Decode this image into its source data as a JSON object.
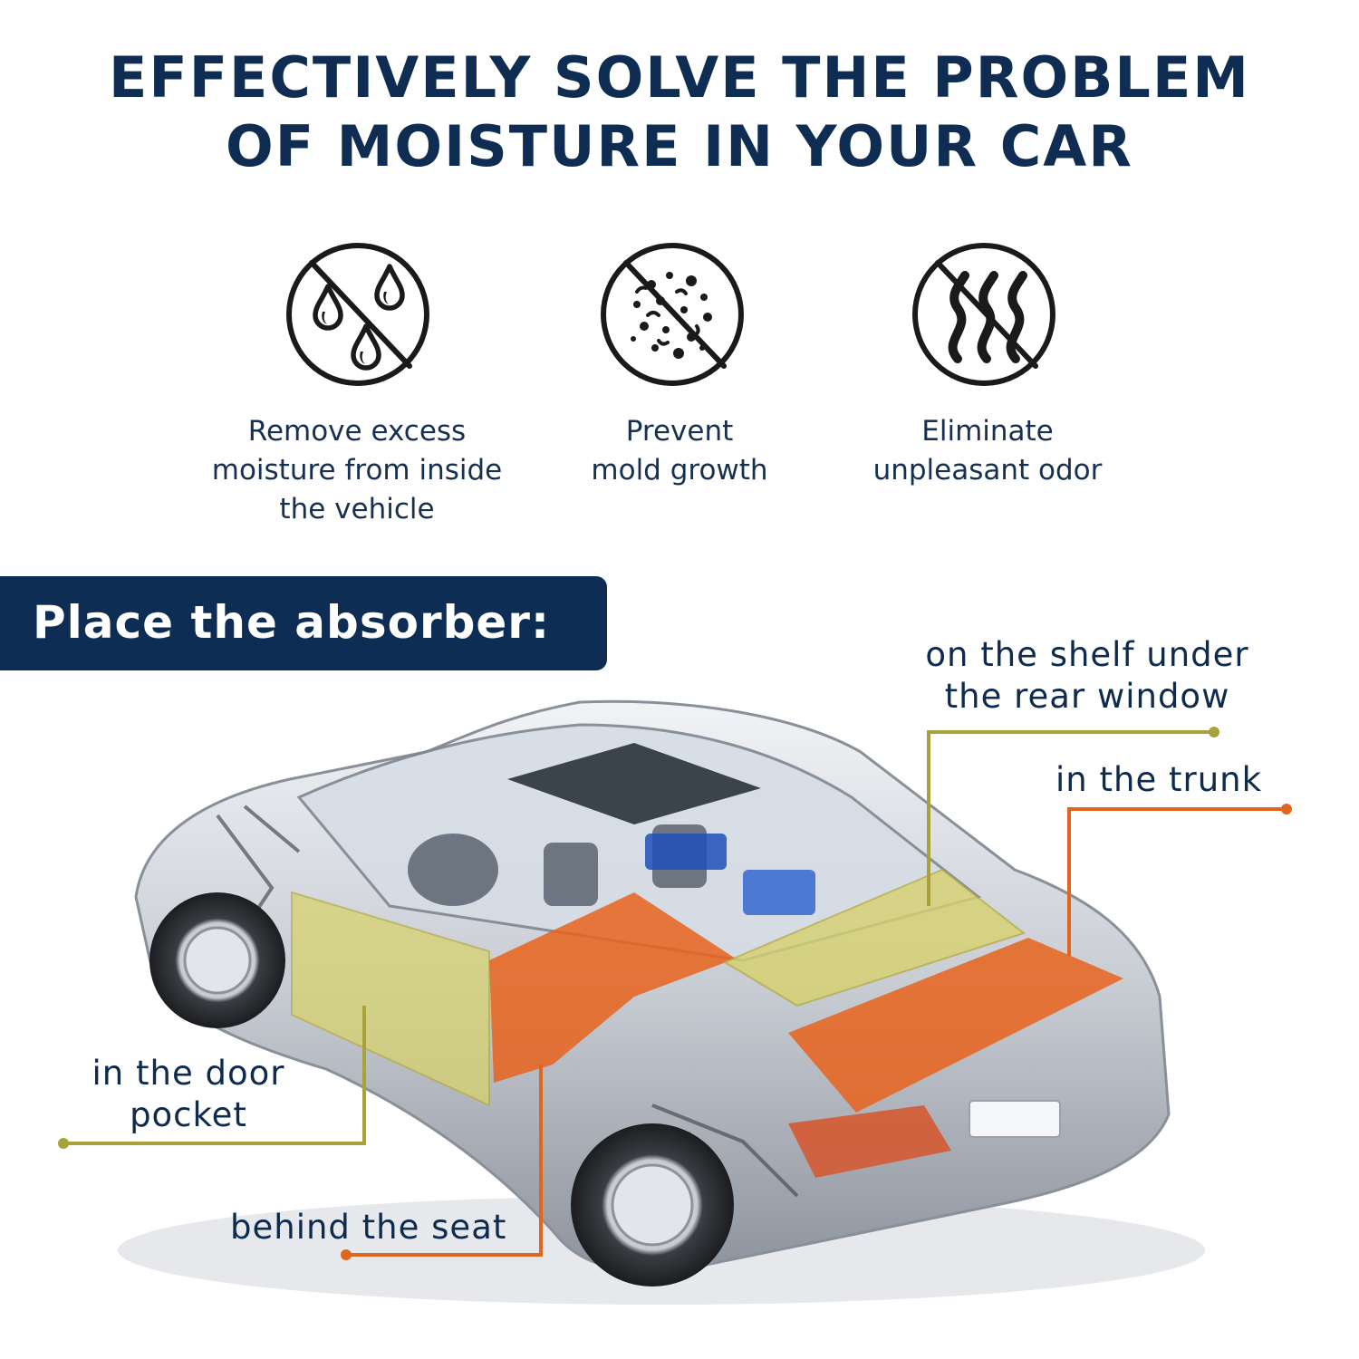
{
  "headline": {
    "line1": "EFFECTIVELY SOLVE THE PROBLEM",
    "line2": "OF MOISTURE IN YOUR CAR"
  },
  "features": [
    {
      "icon": "no-water-drops-icon",
      "lines": [
        "Remove excess",
        "moisture from inside",
        "the vehicle"
      ]
    },
    {
      "icon": "no-mold-icon",
      "lines": [
        "Prevent",
        "mold growth"
      ]
    },
    {
      "icon": "no-odor-icon",
      "lines": [
        "Eliminate",
        "unpleasant odor"
      ]
    }
  ],
  "banner": {
    "text": "Place the absorber:"
  },
  "callouts": {
    "shelf": {
      "lines": [
        "on the shelf under",
        "the rear window"
      ],
      "color": "#a9a23a"
    },
    "trunk": {
      "lines": [
        "in the trunk"
      ],
      "color": "#e0661e"
    },
    "door": {
      "lines": [
        "in the door",
        "pocket"
      ],
      "color": "#a9a23a"
    },
    "seat": {
      "lines": [
        "behind the seat"
      ],
      "color": "#e0661e"
    }
  },
  "colors": {
    "navy": "#0d2d55",
    "olive_zone": "#d7d26f",
    "orange_zone": "#e8631c"
  }
}
